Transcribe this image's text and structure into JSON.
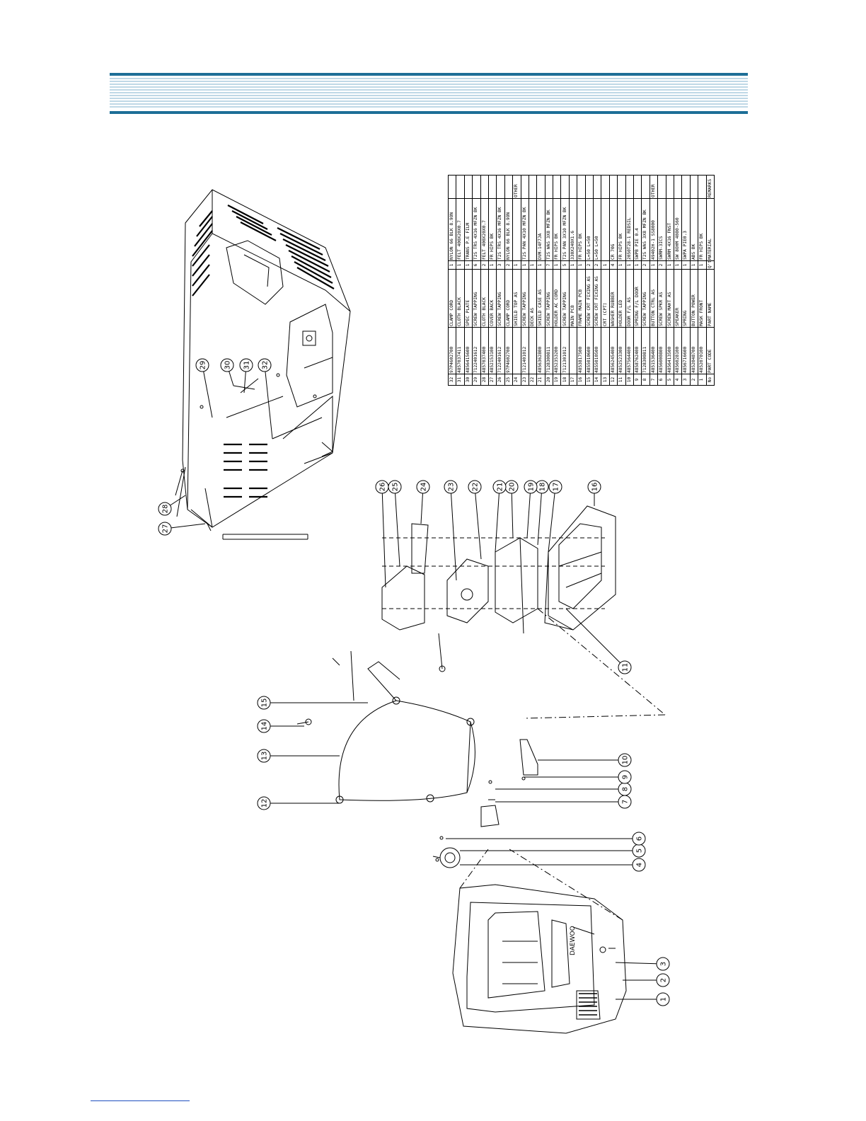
{
  "colors": {
    "band_dark": "#1d6e97",
    "band_light": "#7fb2cc",
    "line": "#000000",
    "footer_rule": "#1f4fbf"
  },
  "parts_table": {
    "headers": {
      "no": "No",
      "code": "PART CODE",
      "name": "PART NAME",
      "qty": "Q'ty",
      "material": "MATERIAL",
      "remarks": "REMARKS"
    },
    "rows": [
      {
        "no": "32",
        "code": "97P4602700",
        "name": "CLAMP CORD",
        "qty": "1",
        "material": "NYLON 66 BLK 8.9ON",
        "remarks": ""
      },
      {
        "no": "31",
        "code": "4857037411",
        "name": "CLOTH BLACK",
        "qty": "1",
        "material": "FELT 400X20X0.7",
        "remarks": ""
      },
      {
        "no": "30",
        "code": "4856415600",
        "name": "SPEC PLATE",
        "qty": "1",
        "material": "TRANS P.E FILM",
        "remarks": ""
      },
      {
        "no": "29",
        "code": "7122401612",
        "name": "SCREW TAPPING",
        "qty": "6",
        "material": "T2S TRS 4X16 MFZN BK",
        "remarks": ""
      },
      {
        "no": "28",
        "code": "4857037400",
        "name": "CLOTH BLACK",
        "qty": "2",
        "material": "FELT 400X20X0.7",
        "remarks": ""
      },
      {
        "no": "27",
        "code": "4852153100",
        "name": "COVER BACK",
        "qty": "1",
        "material": "FR HIPS BK",
        "remarks": ""
      },
      {
        "no": "26",
        "code": "7122401612",
        "name": "SCREW TAPPING",
        "qty": "3",
        "material": "T2S TRS 4X16 MFZN BK",
        "remarks": ""
      },
      {
        "no": "25",
        "code": "97P4602700",
        "name": "CLAMP CORD",
        "qty": "2",
        "material": "NYLON 66 BLK 8.9ON",
        "remarks": ""
      },
      {
        "no": "24",
        "code": "",
        "name": "SHIELD TOP AS",
        "qty": "1",
        "material": "",
        "remarks": "OTHER"
      },
      {
        "no": "23",
        "code": "7121401012",
        "name": "SCREW TAPPING",
        "qty": "1",
        "material": "T2S PAN 4X10 MFZN BK",
        "remarks": ""
      },
      {
        "no": "22",
        "code": "",
        "name": "DECK AS",
        "qty": "1",
        "material": "",
        "remarks": ""
      },
      {
        "no": "21",
        "code": "4856362800",
        "name": "SHIELD CASE AS",
        "qty": "1",
        "material": "DVM-14F7JA",
        "remarks": ""
      },
      {
        "no": "20",
        "code": "7128300811",
        "name": "SCREW TAPPING",
        "qty": "7",
        "material": "T2S WAS 3X8 MFZN BK",
        "remarks": ""
      },
      {
        "no": "19",
        "code": "4852353200",
        "name": "HOLDER AC CORD",
        "qty": "1",
        "material": "FR HIPS BK",
        "remarks": ""
      },
      {
        "no": "18",
        "code": "7121301012",
        "name": "SCREW TAPPING",
        "qty": "5",
        "material": "T2S PAN 3X10 MFZN BK",
        "remarks": ""
      },
      {
        "no": "17",
        "code": "",
        "name": "MAIN PCB",
        "qty": "1",
        "material": "330X240X1.6",
        "remarks": ""
      },
      {
        "no": "16",
        "code": "4853817500",
        "name": "FRAME MAIN PCB",
        "qty": "1",
        "material": "FR HIPS BK",
        "remarks": ""
      },
      {
        "no": "15",
        "code": "4855010600",
        "name": "SCREW CRT FIXING AS",
        "qty": "2",
        "material": "L=50 L=50",
        "remarks": ""
      },
      {
        "no": "14",
        "code": "4855010500",
        "name": "SCREW CRT FIXING AS",
        "qty": "2",
        "material": "L=50 L=50",
        "remarks": ""
      },
      {
        "no": "13",
        "code": "",
        "name": "CRT (CPT)",
        "qty": "1",
        "material": "",
        "remarks": ""
      },
      {
        "no": "12",
        "code": "4856245400",
        "name": "WASHER RUBBER",
        "qty": "4",
        "material": "CR 70G",
        "remarks": ""
      },
      {
        "no": "11",
        "code": "4852523300",
        "name": "HOLDER LED",
        "qty": "1",
        "material": "FR HIPS BK",
        "remarks": ""
      },
      {
        "no": "10",
        "code": "4857564400",
        "name": "DOOR F/L AS",
        "qty": "1",
        "material": "2050T28-1 REDSIL",
        "remarks": ""
      },
      {
        "no": "9",
        "code": "4858762400",
        "name": "SPRING F/L DOOR",
        "qty": "1",
        "material": "SWPB PIE 0.4",
        "remarks": ""
      },
      {
        "no": "8",
        "code": "7128300811",
        "name": "SCREW TAPPING",
        "qty": "2",
        "material": "T2S WAS 3X8 MFZN BK",
        "remarks": ""
      },
      {
        "no": "7",
        "code": "4851536400",
        "name": "BUTTON CTRL AS",
        "qty": "1",
        "material": "49402H-1 SS8000",
        "remarks": "OTHER"
      },
      {
        "no": "6",
        "code": "4856000800",
        "name": "SCREW SPKR AS",
        "qty": "2",
        "material": "SWRM-3ICS",
        "remarks": ""
      },
      {
        "no": "5",
        "code": "4856413500",
        "name": "SCREW MAHT AS",
        "qty": "1",
        "material": "SWRM 4X16 FNST",
        "remarks": ""
      },
      {
        "no": "4",
        "code": "4856028100",
        "name": "SPEAKER",
        "qty": "1",
        "material": "SW 8OHM 4080-560",
        "remarks": ""
      },
      {
        "no": "3",
        "code": "4856716600",
        "name": "SPRING",
        "qty": "1",
        "material": "SWPA PIE0.3",
        "remarks": ""
      },
      {
        "no": "2",
        "code": "4852048700",
        "name": "BUTTON POWER",
        "qty": "1",
        "material": "ABS BK",
        "remarks": ""
      },
      {
        "no": "1",
        "code": "4852070100",
        "name": "MASK FRONT",
        "qty": "1",
        "material": "FR HIPS BK",
        "remarks": ""
      }
    ]
  },
  "callouts": {
    "c1": "1",
    "c2": "2",
    "c3": "3",
    "c4": "4",
    "c5": "5",
    "c6": "6",
    "c7": "7",
    "c8": "8",
    "c9": "9",
    "c10": "10",
    "c11": "11",
    "c12": "12",
    "c13": "13",
    "c14": "14",
    "c15": "15",
    "c16": "16",
    "c17": "17",
    "c18": "18",
    "c19": "19",
    "c20": "20",
    "c21": "21",
    "c22": "22",
    "c23": "23",
    "c24": "24",
    "c25": "25",
    "c26": "26",
    "c27": "27",
    "c28": "28",
    "c29": "29",
    "c30": "30",
    "c31": "31",
    "c32": "32"
  },
  "front_mask_brand": "DAEWOO"
}
